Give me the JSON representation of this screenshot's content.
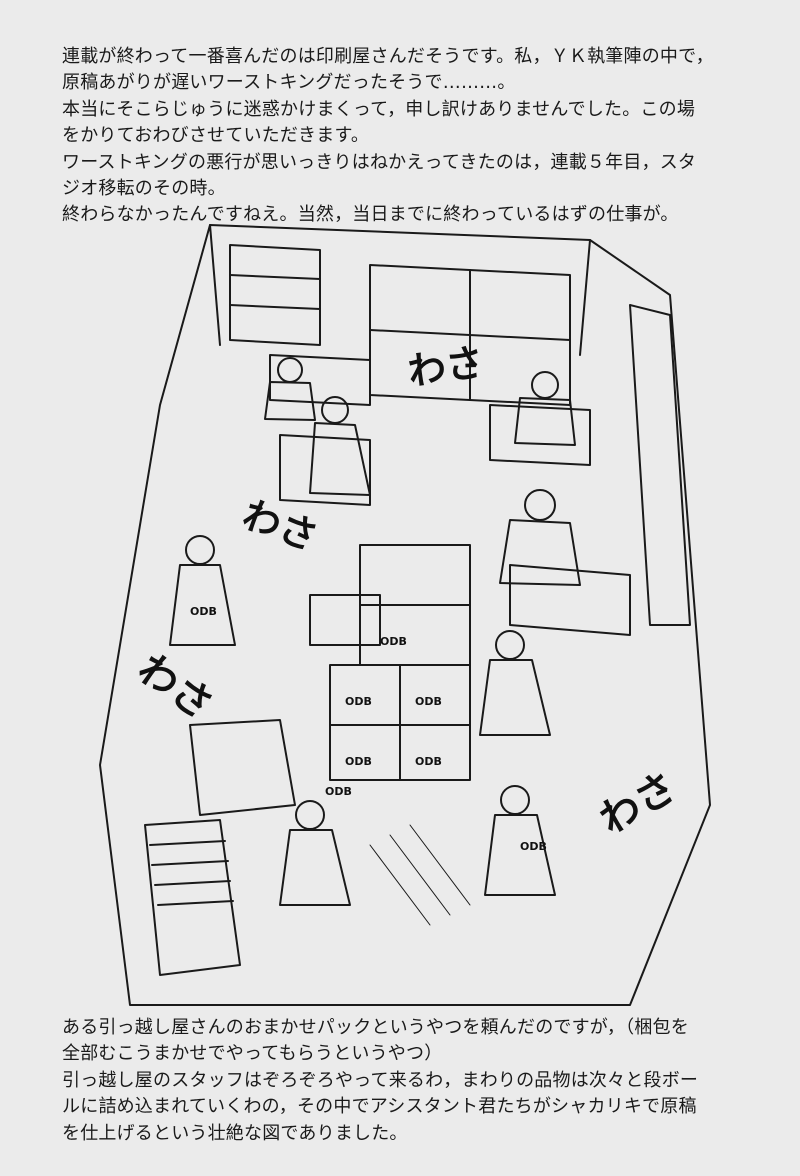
{
  "intro": {
    "lines": [
      "連載が終わって一番喜んだのは印刷屋さんだそうです。私，ＹＫ執筆陣の中で，",
      "原稿あがりが遅いワーストキングだったそうで………。",
      "本当にそこらじゅうに迷惑かけまくって，申し訳けありませんでした。この場",
      "をかりておわびさせていただきます。",
      "ワーストキングの悪行が思いっきりはねかえってきたのは，連載５年目，スタ",
      "ジオ移転のその時。",
      "終わらなかったんですねえ。当然，当日までに終わっているはずの仕事が。"
    ]
  },
  "illustration": {
    "sound_effects": [
      "わさ",
      "わさ",
      "わさ",
      "わさ"
    ],
    "box_labels": [
      "ODB",
      "ODB",
      "ODB",
      "ODB",
      "ODB",
      "ODB",
      "ODB",
      "ODB"
    ]
  },
  "caption": {
    "lines": [
      "ある引っ越し屋さんのおまかせパックというやつを頼んだのですが，（梱包を",
      "全部むこうまかせでやってもらうというやつ）",
      "引っ越し屋のスタッフはぞろぞろやって来るわ，まわりの品物は次々と段ボー",
      "ルに詰め込まれていくわの，その中でアシスタント君たちがシャカリキで原稿",
      "を仕上げるという壮絶な図でありました。"
    ]
  }
}
